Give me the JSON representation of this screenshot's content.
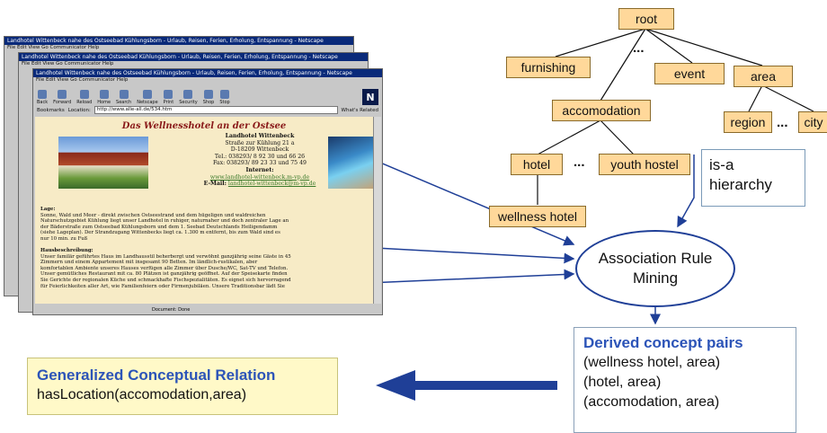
{
  "tree": {
    "root": "root",
    "furnishing": "furnishing",
    "event": "event",
    "area": "area",
    "accomodation": "accomodation",
    "region": "region",
    "city": "city",
    "hotel": "hotel",
    "youth_hostel": "youth hostel",
    "wellness_hotel": "wellness hotel",
    "ellipsis": "..."
  },
  "isa_box": {
    "line1": "is-a",
    "line2": "hierarchy"
  },
  "mining": {
    "line1": "Association Rule",
    "line2": "Mining"
  },
  "derived": {
    "title": "Derived concept pairs",
    "pairs": [
      "(wellness hotel, area)",
      "(hotel, area)",
      "(accomodation, area)"
    ]
  },
  "generalized": {
    "title": "Generalized Conceptual Relation",
    "relation": "hasLocation(accomodation,area)"
  },
  "browser": {
    "title": "Landhotel Wittenbeck nahe des Ostseebad Kühlungsborn - Urlaub, Reisen, Ferien, Erholung, Entspannung - Netscape",
    "menu": "File  Edit  View  Go  Communicator  Help",
    "toolbar": [
      "Back",
      "Forward",
      "Reload",
      "Home",
      "Search",
      "Netscape",
      "Print",
      "Security",
      "Shop",
      "Stop"
    ],
    "bookmarks": "Bookmarks",
    "location_label": "Location:",
    "location_url": "http://www.alle-all.de/534.htm",
    "whats_related": "What's Related",
    "page_title": "Das Wellnesshotel an der Ostsee",
    "address": [
      "Landhotel Wittenbeck",
      "Straße zur Kühlung 21 a",
      "D-18209 Wittenbeck",
      "Tel.: 038293/ 8 92 30 und 66 26",
      "Fax: 038293/ 89 23 33 und 75 49",
      "Internet:"
    ],
    "web": "www.landhotel-wittenbeck.m-vp.de",
    "email_label": "E-Mail:",
    "email": "landhotel-wittenbeck@m-vp.de",
    "lage_title": "Lage:",
    "lage_text": [
      "Sonne, Wald und Meer - direkt zwischen Ostseestrand und dem hügeligen und waldreichen",
      "Naturschutzgebiet Kühlung liegt unser Landhotel in ruhiger, naturnaher und doch zentraler Lage an",
      "der Bäderstraße zum Ostseebad Kühlungsborn und dem 1. Seebad Deutschlands Heiligendamm",
      "(siehe Lageplan). Der Strandzugang Wittenbecks liegt ca. 1.300 m entfernt, bis zum Wald sind es",
      "nur 10 min. zu Fuß"
    ],
    "haus_title": "Hausbeschreibung:",
    "haus_text": [
      "Unser familär geführtes Haus im Landhausstil beherbergt und verwöhnt ganzjährig seine Gäste in 45",
      "Zimmern und einem Appartement mit insgesamt 90 Betten. Im ländlich-rustikalen, aber",
      "komfortablen Ambiente unseres Hauses verfügen alle Zimmer über Dusche/WC, Sat-TV und Telefon.",
      "Unser gemütliches Restaurant mit ca. 80 Plätzen ist ganzjährig geöffnet. Auf der Speisekarte finden",
      "Sie Gerichte der regionalen Küche und schmackhafte Fischspezialitäten. Es eignet sich hervorragend",
      "für Feierlichkeiten aller Art, wie Familienfeiern oder Firmenjubiläen. Unsere Traditionsbar lädt Sie"
    ],
    "status": "Document: Done"
  }
}
